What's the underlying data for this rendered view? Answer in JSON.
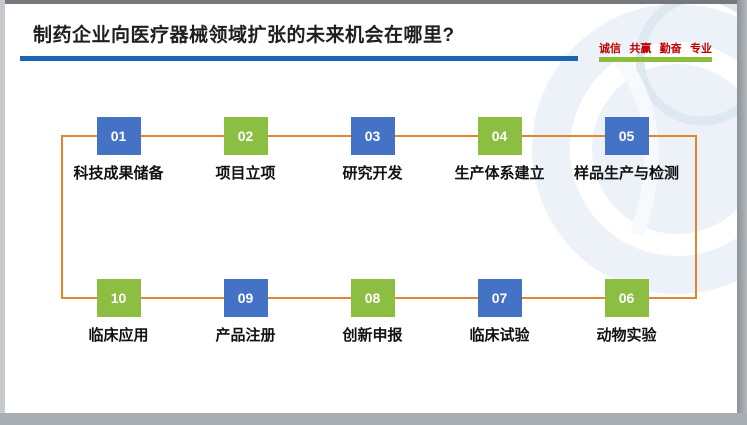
{
  "slide": {
    "title": "制药企业向医疗器械领域扩张的未来机会在哪里?",
    "motto": {
      "items": [
        "诚信",
        "共赢",
        "勤奋",
        "专业"
      ]
    }
  },
  "flow": {
    "top_row": [
      {
        "number": "01",
        "label": "科技成果储备",
        "color": "#4472c4"
      },
      {
        "number": "02",
        "label": "项目立项",
        "color": "#8cbe41"
      },
      {
        "number": "03",
        "label": "研究开发",
        "color": "#4472c4"
      },
      {
        "number": "04",
        "label": "生产体系建立",
        "color": "#8cbe41"
      },
      {
        "number": "05",
        "label": "样品生产与检测",
        "color": "#4472c4"
      }
    ],
    "bottom_row": [
      {
        "number": "10",
        "label": "临床应用",
        "color": "#8cbe41"
      },
      {
        "number": "09",
        "label": "产品注册",
        "color": "#4472c4"
      },
      {
        "number": "08",
        "label": "创新申报",
        "color": "#8cbe41"
      },
      {
        "number": "07",
        "label": "临床试验",
        "color": "#4472c4"
      },
      {
        "number": "06",
        "label": "动物实验",
        "color": "#8cbe41"
      }
    ]
  },
  "colors": {
    "title_text": "#1f1f1f",
    "title_rule_blue": "#1966b3",
    "motto_red": "#c00000",
    "motto_rule_green": "#8cbe3c",
    "box_blue": "#4472c4",
    "box_green": "#8cbe41",
    "connector_orange": "#e0862e",
    "watermark_blue": "#ecf2f8"
  }
}
